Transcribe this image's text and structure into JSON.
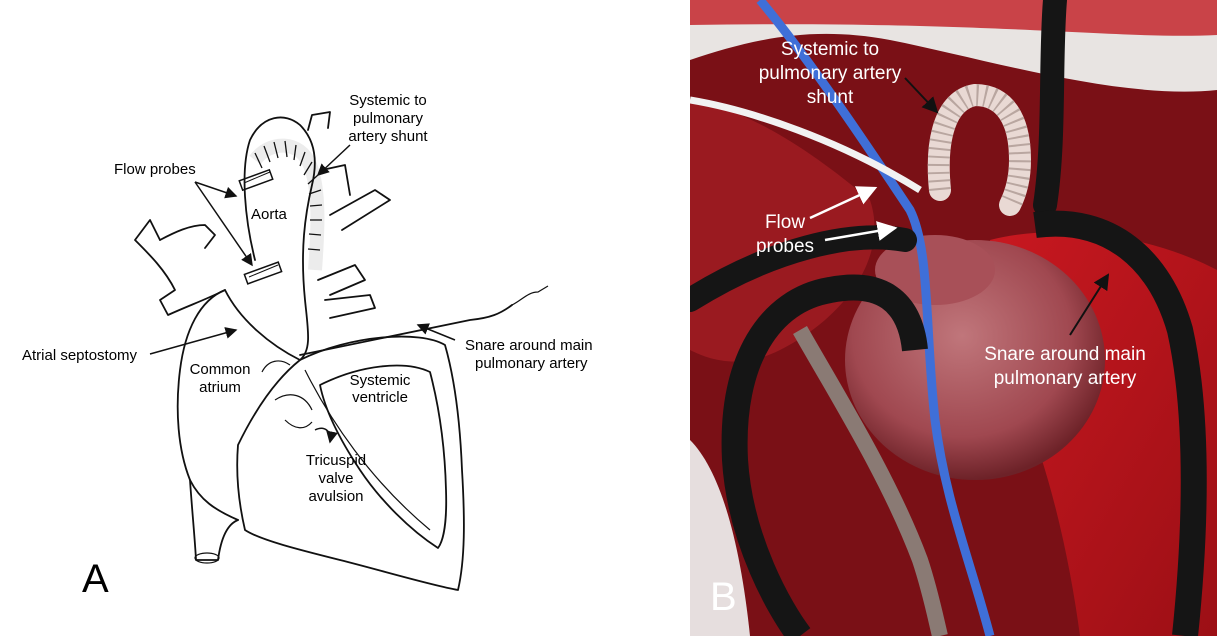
{
  "panel_a": {
    "letter": "A",
    "labels": {
      "shunt_line1": "Systemic to",
      "shunt_line2": "pulmonary",
      "shunt_line3": "artery shunt",
      "flow_probes": "Flow probes",
      "aorta": "Aorta",
      "atrial_septostomy": "Atrial septostomy",
      "common_line1": "Common",
      "common_line2": "atrium",
      "systemic_line1": "Systemic",
      "systemic_line2": "ventricle",
      "snare_line1": "Snare around main",
      "snare_line2": "pulmonary artery",
      "tricuspid_line1": "Tricuspid",
      "tricuspid_line2": "valve",
      "tricuspid_line3": "avulsion"
    }
  },
  "panel_b": {
    "letter": "B",
    "labels": {
      "shunt_line1": "Systemic to",
      "shunt_line2": "pulmonary artery",
      "shunt_line3": "shunt",
      "flow_line1": "Flow",
      "flow_line2": "probes",
      "snare_line1": "Snare around main",
      "snare_line2": "pulmonary artery"
    },
    "colors": {
      "tissue": "#b0141c",
      "heart": "#b05a60",
      "cable_black": "#151515",
      "cable_blue": "#3f6fd8",
      "graft": "#e9d9d4"
    }
  }
}
